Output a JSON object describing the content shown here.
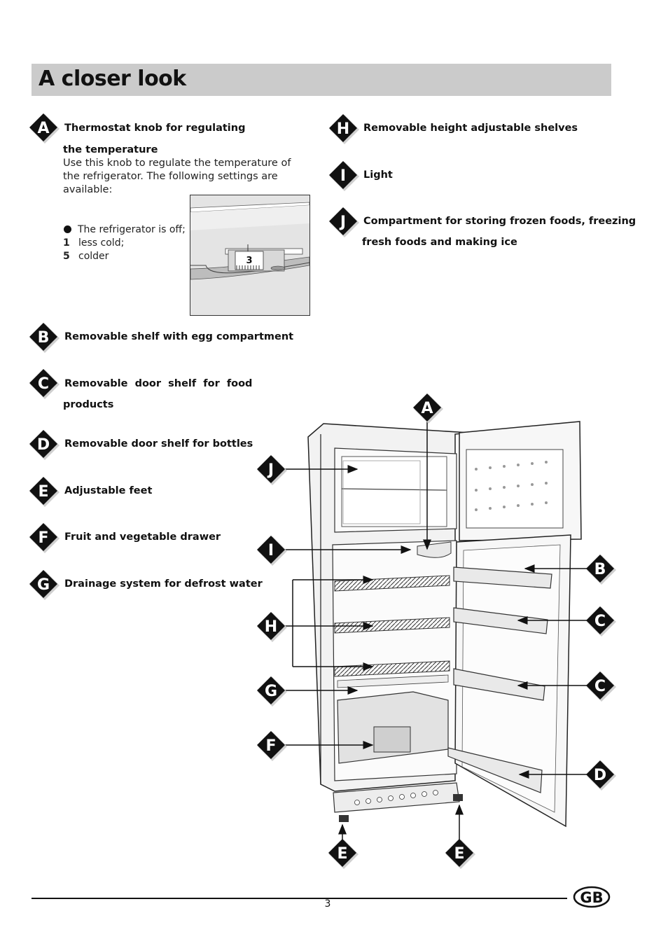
{
  "page": {
    "title": "A closer look",
    "page_number": "3",
    "language_badge": "GB"
  },
  "items": {
    "A": {
      "letter": "A",
      "heading_1": "Thermostat knob for regulating",
      "heading_2": "the temperature",
      "description": "Use this knob to regulate the temperature of the refrigerator. The following settings are available:",
      "settings": [
        {
          "key": "●",
          "text": "The refrigerator is off;"
        },
        {
          "key": "1",
          "text": "less cold;"
        },
        {
          "key": "5",
          "text": "colder"
        }
      ],
      "knob_value": "3"
    },
    "B": {
      "letter": "B",
      "heading": "Removable shelf with egg compartment"
    },
    "C": {
      "letter": "C",
      "heading_1": "Removable  door  shelf  for  food",
      "heading_2": "products"
    },
    "D": {
      "letter": "D",
      "heading": "Removable door shelf for bottles"
    },
    "E": {
      "letter": "E",
      "heading": "Adjustable feet"
    },
    "F": {
      "letter": "F",
      "heading": "Fruit and vegetable drawer"
    },
    "G": {
      "letter": "G",
      "heading": "Drainage system for defrost water"
    },
    "H": {
      "letter": "H",
      "heading": "Removable height adjustable shelves"
    },
    "I": {
      "letter": "I",
      "heading": "Light"
    },
    "J": {
      "letter": "J",
      "heading_1": "Compartment for storing frozen foods, freezing",
      "heading_2": "fresh foods and making ice"
    }
  },
  "diagram_labels": {
    "A": "A",
    "B": "B",
    "C": "C",
    "D": "D",
    "E": "E",
    "F": "F",
    "G": "G",
    "H": "H",
    "I": "I",
    "J": "J"
  },
  "colors": {
    "title_bar": "#cbcbcb",
    "badge": "#111111"
  }
}
